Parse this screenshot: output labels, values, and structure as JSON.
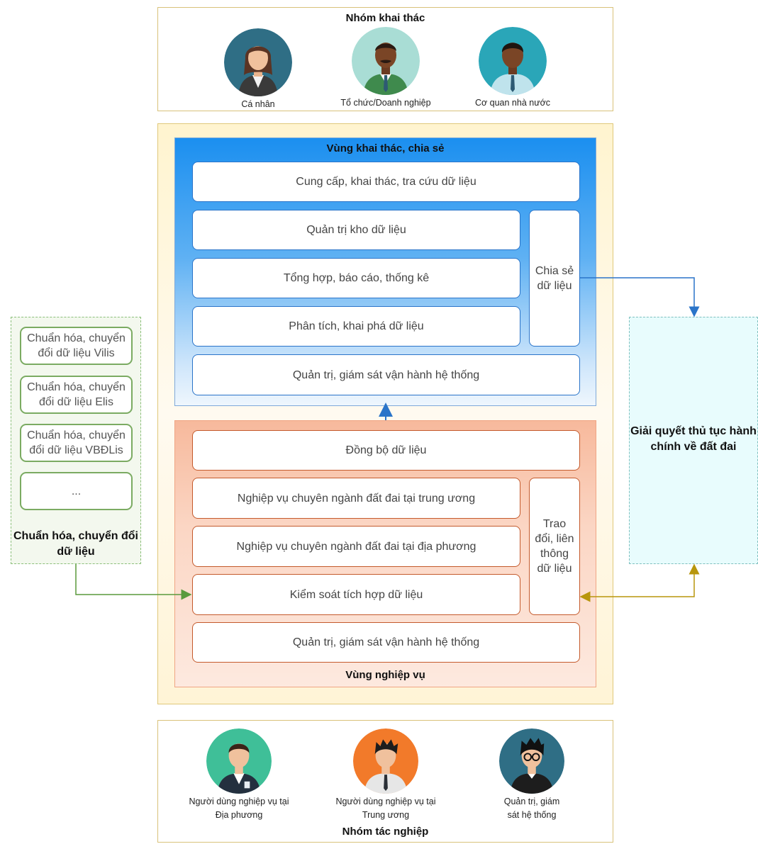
{
  "top_group": {
    "title": "Nhóm khai thác",
    "people": [
      {
        "label": "Cá nhân",
        "icon": "woman-user-icon"
      },
      {
        "label": "Tổ chức/Doanh nghiệp",
        "icon": "businessman-icon"
      },
      {
        "label": "Cơ quan nhà nước",
        "icon": "official-icon"
      }
    ]
  },
  "zone_top": {
    "title": "Vùng khai thác, chia sẻ",
    "items": [
      "Cung cấp, khai thác, tra cứu dữ liệu",
      "Quản trị kho dữ liệu",
      "Tổng hợp, báo cáo, thống kê",
      "Phân tích, khai phá dữ liệu",
      "Quản trị, giám sát vận hành hệ thống"
    ],
    "side": "Chia sẻ dữ liệu"
  },
  "zone_bottom": {
    "title": "Vùng nghiệp vụ",
    "items": [
      "Đồng bộ dữ liệu",
      "Nghiệp vụ chuyên ngành đất đai tại trung ương",
      "Nghiệp vụ chuyên ngành đất đai tại địa phương",
      "Kiểm soát tích hợp dữ liệu",
      "Quản trị, giám sát vận hành hệ thống"
    ],
    "side": "Trao đổi, liên thông dữ liệu"
  },
  "left_panel": {
    "items": [
      "Chuẩn hóa, chuyển đổi dữ liệu Vilis",
      "Chuẩn hóa, chuyển đổi dữ liệu Elis",
      "Chuẩn hóa, chuyển đổi dữ liệu VBĐLis",
      "..."
    ],
    "title": "Chuẩn hóa, chuyển đổi dữ liệu"
  },
  "right_panel": {
    "title": "Giải quyết thủ tục hành chính về đất đai"
  },
  "bottom_group": {
    "title": "Nhóm tác nghiệp",
    "people": [
      {
        "label_line1": "Người dùng nghiệp vụ tại",
        "label_line2": "Địa phương",
        "icon": "local-user-icon"
      },
      {
        "label_line1": "Người dùng nghiệp vụ tại",
        "label_line2": "Trung ương",
        "icon": "central-user-icon"
      },
      {
        "label_line1": "Quản trị, giám",
        "label_line2": "sát hệ thống",
        "icon": "admin-user-icon"
      }
    ]
  },
  "colors": {
    "gold_border": "#d9c27a",
    "blue_zone": "#1b8ff0",
    "orange_zone": "#f7b99c",
    "green_arrow": "#5a9a3c",
    "gold_arrow": "#b8960c",
    "blue_arrow": "#2a74c9"
  }
}
